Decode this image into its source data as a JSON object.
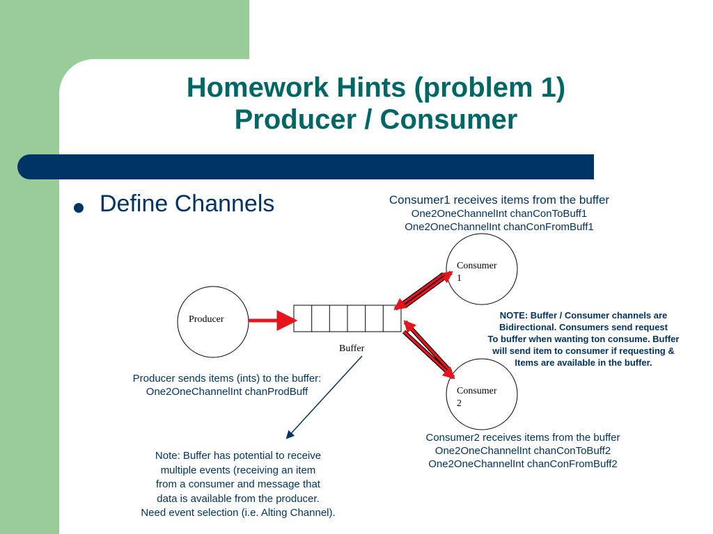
{
  "slide": {
    "title_line1": "Homework Hints (problem 1)",
    "title_line2": "Producer / Consumer",
    "bullet": "Define Channels"
  },
  "diagram": {
    "producer_label": "Producer",
    "buffer_label": "Buffer",
    "consumer1_label": [
      "Consumer",
      "1"
    ],
    "consumer2_label": [
      "Consumer",
      "2"
    ]
  },
  "annotations": {
    "consumer1": [
      "Consumer1 receives items from the buffer",
      "One2OneChannelInt chanConToBuff1",
      "One2OneChannelInt chanConFromBuff1"
    ],
    "note_bidirectional": [
      "NOTE: Buffer / Consumer channels are",
      "Bidirectional. Consumers send request",
      "To buffer when wanting ton consume. Buffer",
      "will send item to consumer if requesting &",
      "Items are available in the buffer."
    ],
    "producer": [
      "Producer sends items (ints) to the buffer:",
      "One2OneChannelInt chanProdBuff"
    ],
    "consumer2": [
      "Consumer2 receives items from the buffer",
      "One2OneChannelInt chanConToBuff2",
      "One2OneChannelInt chanConFromBuff2"
    ],
    "note_buffer": [
      "Note: Buffer has potential to receive",
      "multiple events (receiving an item",
      "from a consumer and message that",
      "data is available from the producer.",
      "Need event selection (i.e. Alting Channel)."
    ]
  },
  "colors": {
    "title": "#006666",
    "navy": "#003366",
    "background_green": "#99cc99",
    "arrow_red": "#e8141c"
  }
}
